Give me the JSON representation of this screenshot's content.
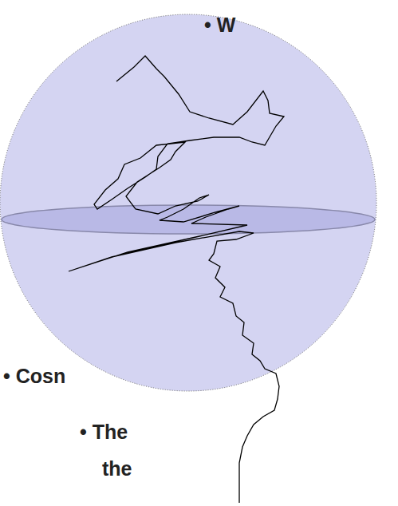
{
  "diagram": {
    "labels": [
      "• W",
      "• Cosn",
      "• The",
      "the"
    ]
  }
}
